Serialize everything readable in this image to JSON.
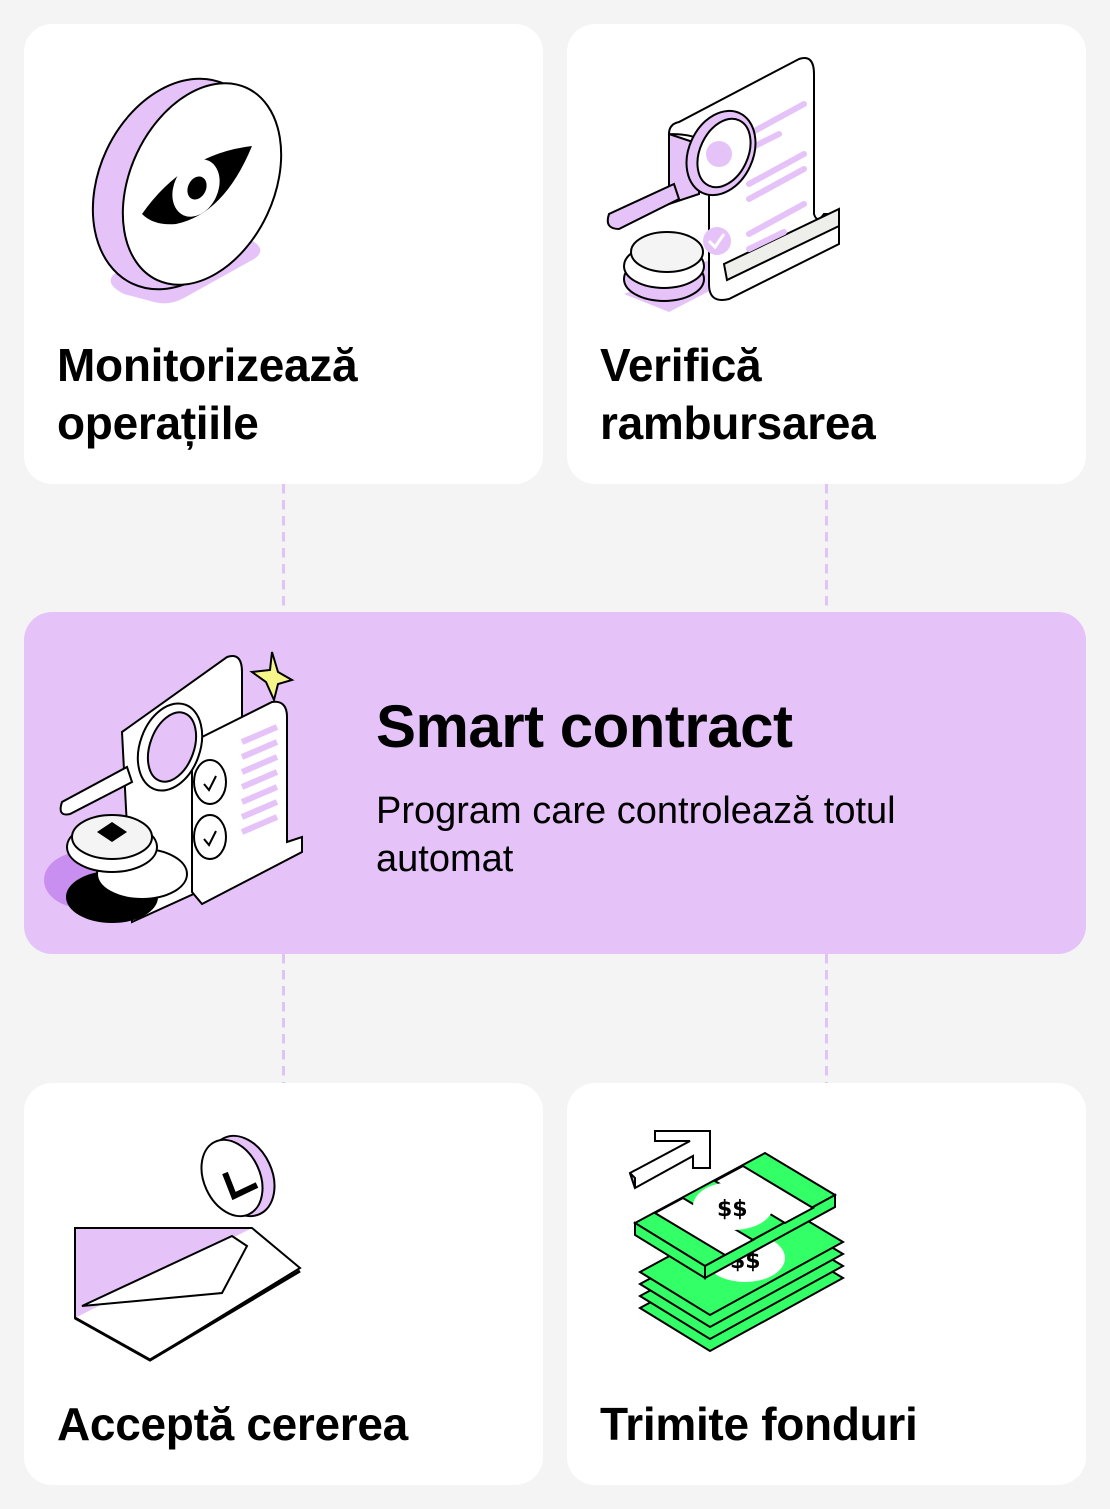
{
  "colors": {
    "background": "#f4f4f4",
    "card": "#ffffff",
    "accent_purple": "#e5c3f9",
    "connector": "#e2c3f7",
    "money_green": "#33ff66",
    "star_yellow": "#f6f58a"
  },
  "steps": {
    "monitor": {
      "title_line1": "Monitorizează",
      "title_line2": "operațiile",
      "icon": "eye-coin-icon"
    },
    "verify": {
      "title_line1": "Verifică",
      "title_line2": "rambursarea",
      "icon": "magnifier-document-coins-icon"
    },
    "accept": {
      "title": "Acceptă cererea",
      "icon": "envelope-check-icon"
    },
    "send": {
      "title": "Trimite fonduri",
      "icon": "money-stack-arrow-icon"
    }
  },
  "center": {
    "title": "Smart contract",
    "description": "Program care controlează totul automat",
    "icon": "contract-magnifier-crypto-coins-icon"
  }
}
